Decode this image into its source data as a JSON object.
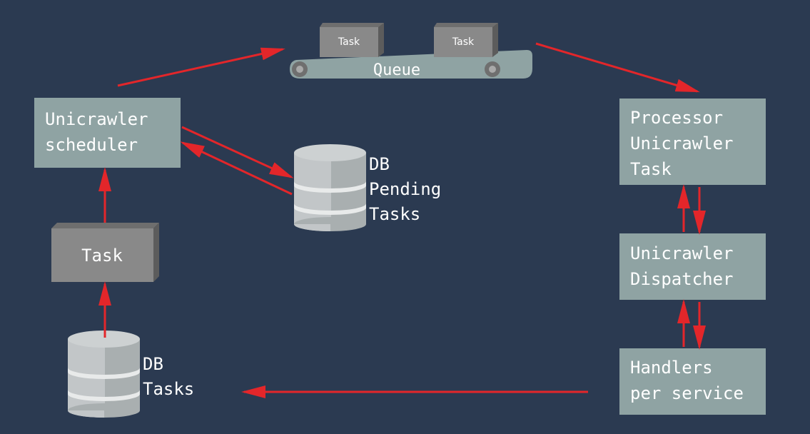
{
  "diagram": {
    "scheduler_box": {
      "line1": "Unicrawler",
      "line2": "scheduler"
    },
    "task_box": {
      "label": "Task"
    },
    "db_tasks": {
      "line1": "DB",
      "line2": "Tasks"
    },
    "db_pending": {
      "line1": "DB",
      "line2": "Pending",
      "line3": "Tasks"
    },
    "queue": {
      "label": "Queue",
      "task1": "Task",
      "task2": "Task"
    },
    "processor_box": {
      "line1": "Processor",
      "line2": "Unicrawler",
      "line3": "Task"
    },
    "dispatcher_box": {
      "line1": "Unicrawler",
      "line2": "Dispatcher"
    },
    "handlers_box": {
      "line1": "Handlers",
      "line2": "per service"
    }
  },
  "colors": {
    "background": "#2b3a51",
    "box_fill": "#8fa3a3",
    "box_text": "#ffffff",
    "task_front": "#898989",
    "task_top": "#6e6e6e",
    "task_side": "#5c5c5c",
    "arrow": "#e3262a",
    "db_light": "#cdd1d2",
    "db_dark": "#a9afb0"
  }
}
